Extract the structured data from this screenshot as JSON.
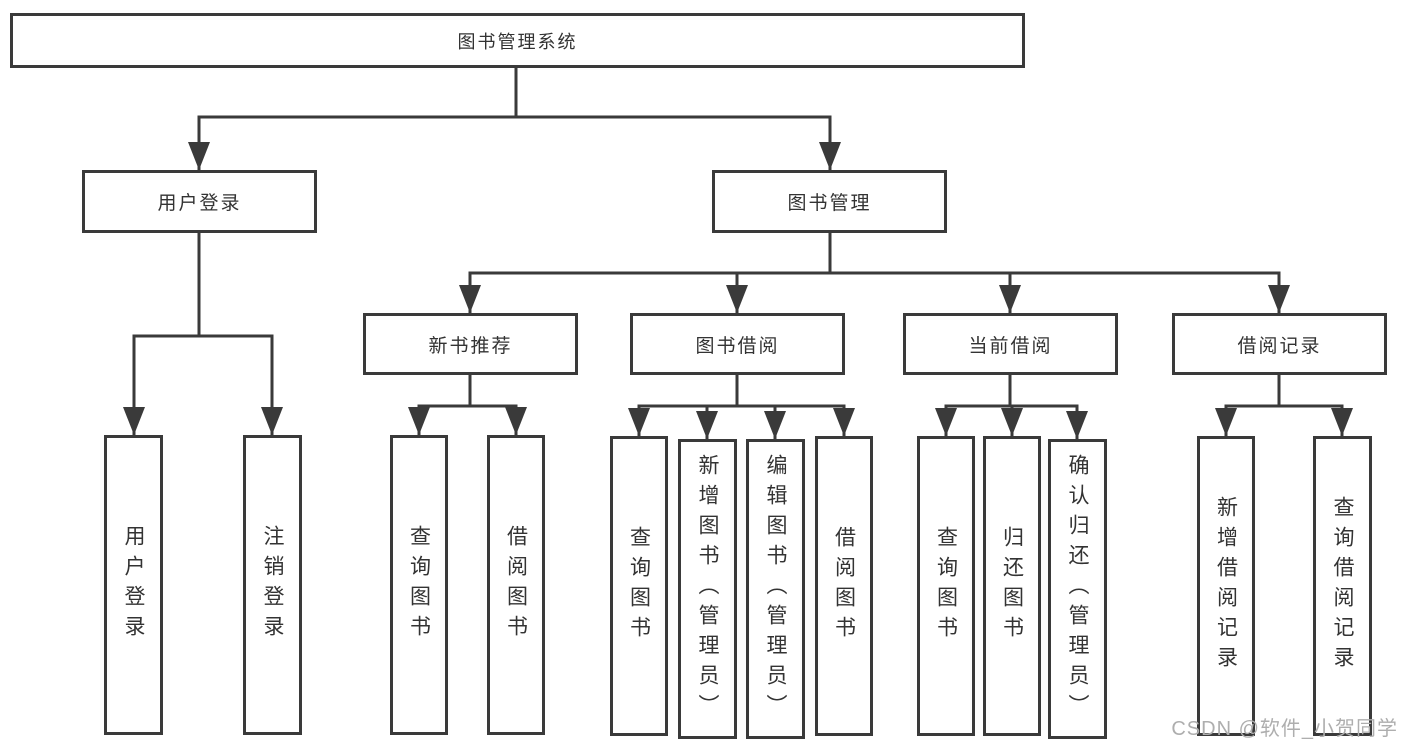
{
  "root": {
    "label": "图书管理系统"
  },
  "level2": {
    "user_login": "用户登录",
    "book_mgmt": "图书管理"
  },
  "level3": {
    "new_book": "新书推荐",
    "borrow": "图书借阅",
    "current": "当前借阅",
    "records": "借阅记录"
  },
  "leaves": {
    "user_login": [
      "用户登录",
      "注销登录"
    ],
    "new_book": [
      "查询图书",
      "借阅图书"
    ],
    "borrow": [
      "查询图书",
      "新增图书（管理员）",
      "编辑图书（管理员）",
      "借阅图书"
    ],
    "current": [
      "查询图书",
      "归还图书",
      "确认归还（管理员）"
    ],
    "records": [
      "新增借阅记录",
      "查询借阅记录"
    ]
  },
  "watermark": "CSDN @软件_小贺同学",
  "colors": {
    "line": "#3a3a3a",
    "text": "#333333",
    "watermark": "#aeaeae",
    "background": "#ffffff"
  }
}
